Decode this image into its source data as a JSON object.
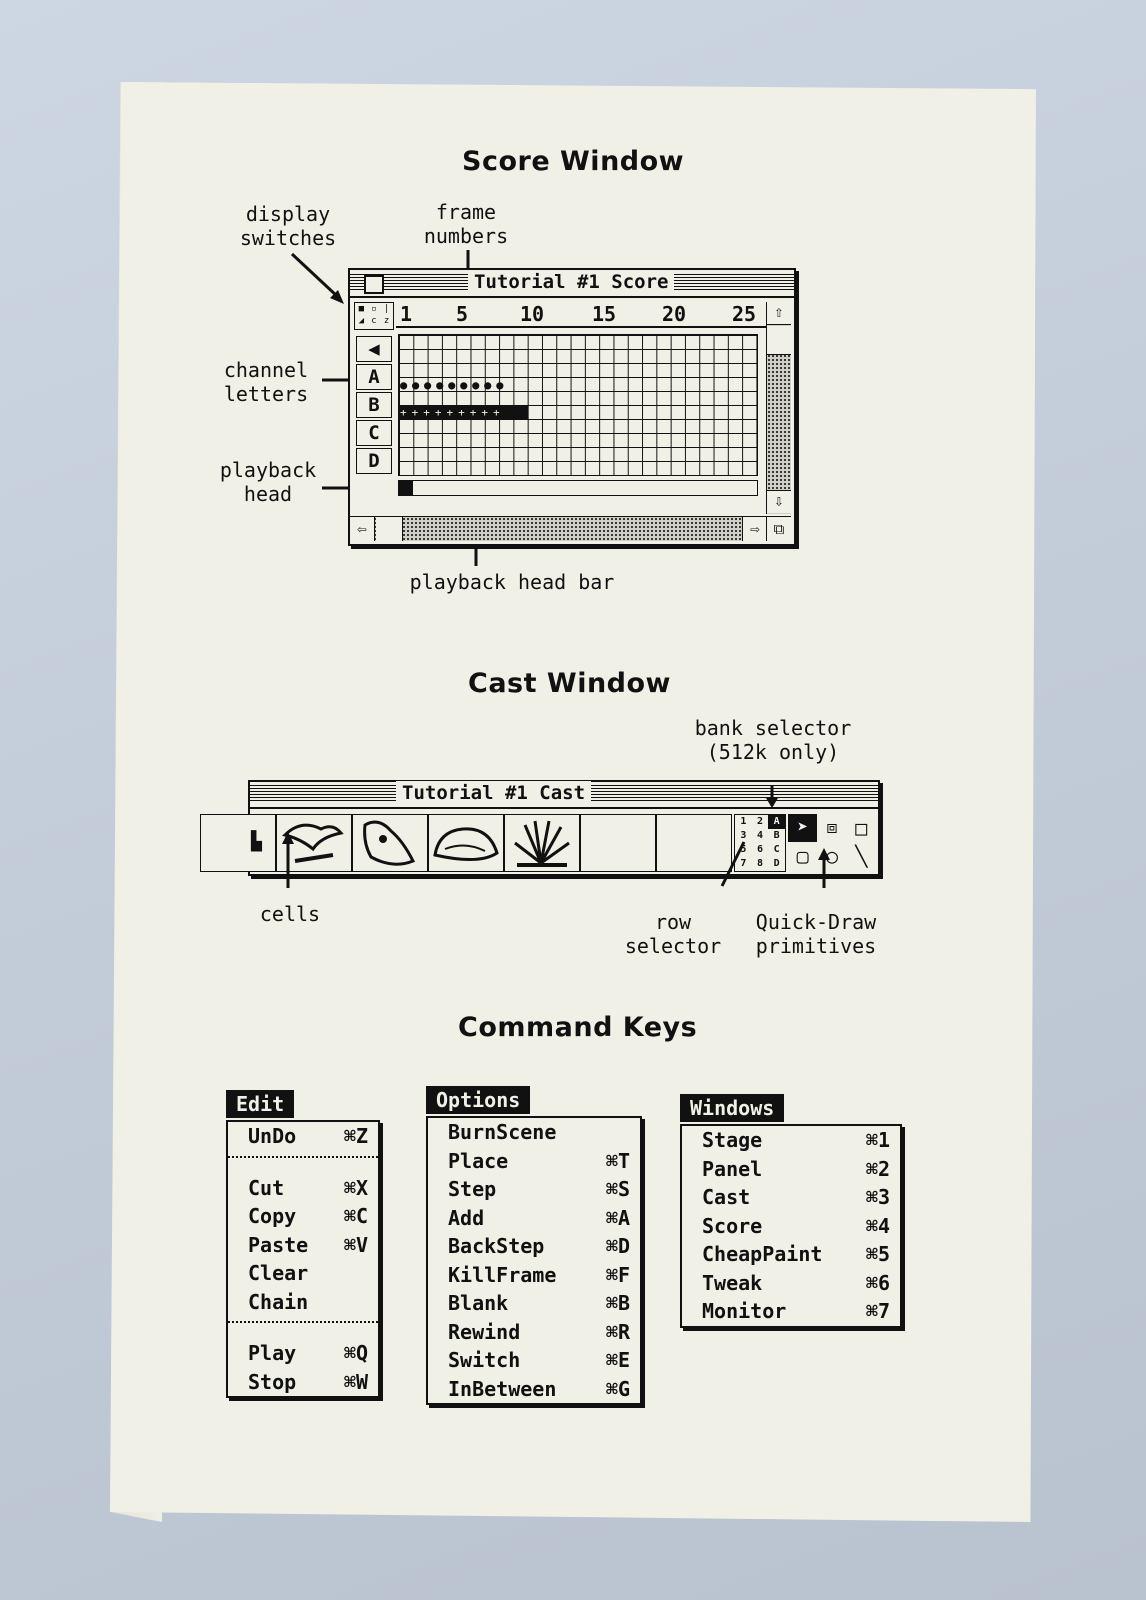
{
  "score": {
    "heading": "Score Window",
    "window_title": "Tutorial #1 Score",
    "frame_numbers": [
      "1",
      "5",
      "10",
      "15",
      "20",
      "25"
    ],
    "channels": [
      "A",
      "B",
      "C",
      "D"
    ],
    "labels": {
      "display_switches_1": "display",
      "display_switches_2": "switches",
      "frame_numbers_1": "frame",
      "frame_numbers_2": "numbers",
      "channel_letters_1": "channel",
      "channel_letters_2": "letters",
      "playback_head_1": "playback",
      "playback_head_2": "head",
      "playback_head_bar": "playback head bar"
    }
  },
  "cast": {
    "heading": "Cast Window",
    "window_title": "Tutorial #1 Cast",
    "labels": {
      "bank_selector_1": "bank selector",
      "bank_selector_2": "(512k only)",
      "cells": "cells",
      "row_selector_1": "row",
      "row_selector_2": "selector",
      "quickdraw_1": "Quick-Draw",
      "quickdraw_2": "primitives"
    },
    "bank_grid": [
      "1",
      "2",
      "3",
      "4",
      "5",
      "6",
      "7",
      "8",
      "A",
      "B",
      "C",
      "D"
    ]
  },
  "command_keys": {
    "heading": "Command Keys",
    "edit": {
      "title": "Edit",
      "groups": [
        [
          {
            "label": "UnDo",
            "key": "⌘Z"
          }
        ],
        [
          {
            "label": "Cut",
            "key": "⌘X"
          },
          {
            "label": "Copy",
            "key": "⌘C"
          },
          {
            "label": "Paste",
            "key": "⌘V"
          },
          {
            "label": "Clear",
            "key": ""
          },
          {
            "label": "Chain",
            "key": ""
          }
        ],
        [
          {
            "label": "Play",
            "key": "⌘Q"
          },
          {
            "label": "Stop",
            "key": "⌘W"
          }
        ]
      ]
    },
    "options": {
      "title": "Options",
      "items": [
        {
          "label": "BurnScene",
          "key": ""
        },
        {
          "label": "Place",
          "key": "⌘T"
        },
        {
          "label": "Step",
          "key": "⌘S"
        },
        {
          "label": "Add",
          "key": "⌘A"
        },
        {
          "label": "BackStep",
          "key": "⌘D"
        },
        {
          "label": "KillFrame",
          "key": "⌘F"
        },
        {
          "label": "Blank",
          "key": "⌘B"
        },
        {
          "label": "Rewind",
          "key": "⌘R"
        },
        {
          "label": "Switch",
          "key": "⌘E"
        },
        {
          "label": "InBetween",
          "key": "⌘G"
        }
      ]
    },
    "windows": {
      "title": "Windows",
      "items": [
        {
          "label": "Stage",
          "key": "⌘1"
        },
        {
          "label": "Panel",
          "key": "⌘2"
        },
        {
          "label": "Cast",
          "key": "⌘3"
        },
        {
          "label": "Score",
          "key": "⌘4"
        },
        {
          "label": "CheapPaint",
          "key": "⌘5"
        },
        {
          "label": "Tweak",
          "key": "⌘6"
        },
        {
          "label": "Monitor",
          "key": "⌘7"
        }
      ]
    }
  }
}
